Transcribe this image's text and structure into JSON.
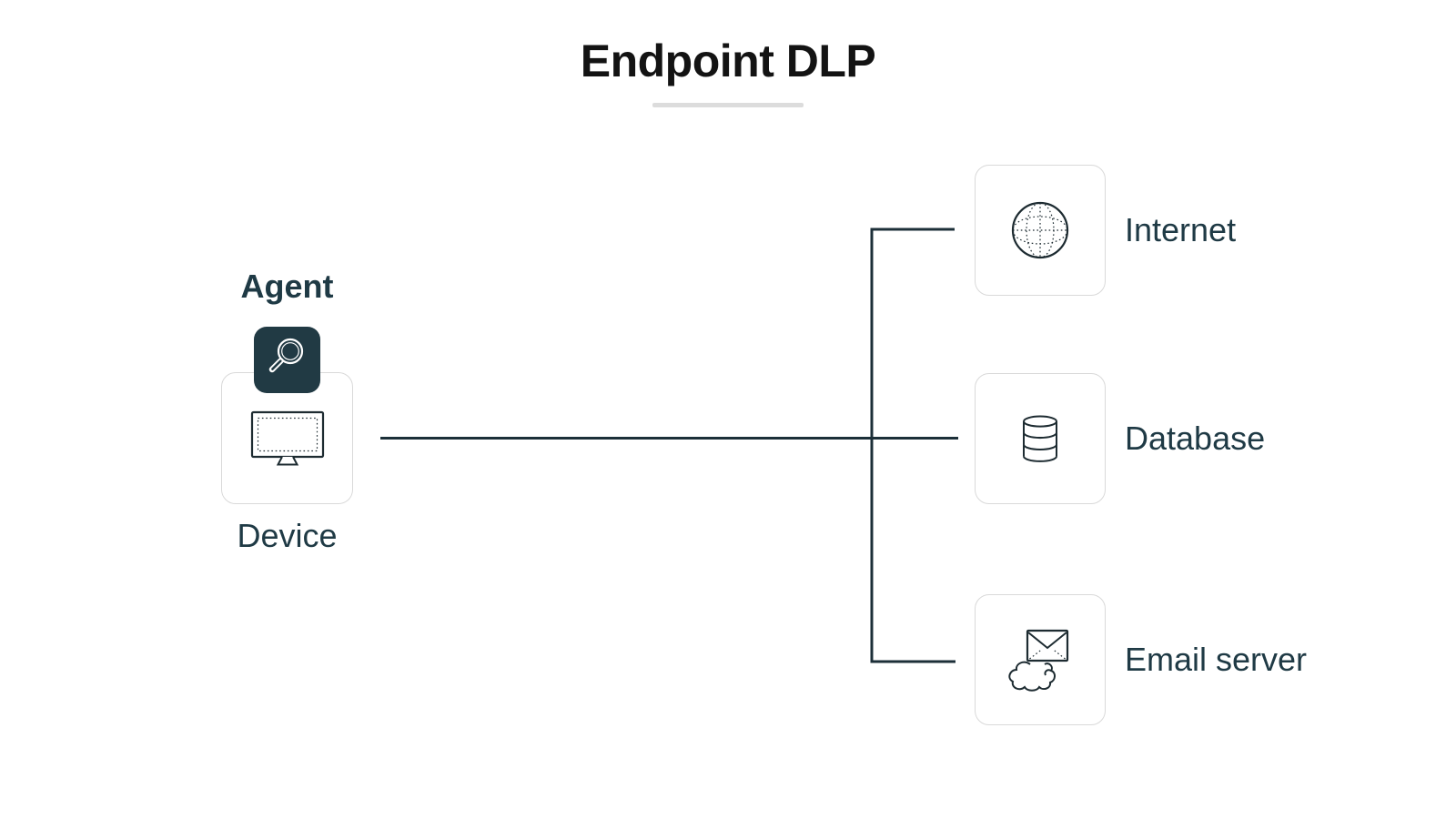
{
  "title": "Endpoint DLP",
  "agent": {
    "label": "Agent",
    "icon": "magnifier-icon"
  },
  "device": {
    "label": "Device",
    "icon": "monitor-icon"
  },
  "targets": [
    {
      "label": "Internet",
      "icon": "globe-icon"
    },
    {
      "label": "Database",
      "icon": "database-icon"
    },
    {
      "label": "Email server",
      "icon": "email-cloud-icon"
    }
  ],
  "colors": {
    "ink": "#1f3a45",
    "title": "#131313",
    "line": "#1c2f38",
    "badge": "#213a44",
    "icon": "#1d2b31",
    "box-border": "#d9d9d9",
    "underline": "#dcdcdc",
    "bg": "#ffffff"
  }
}
